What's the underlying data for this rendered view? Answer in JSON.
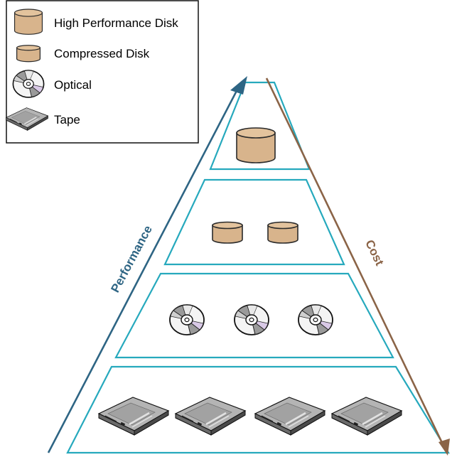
{
  "legend": {
    "items": [
      {
        "label": "High Performance Disk",
        "icon": "high-performance-disk-icon"
      },
      {
        "label": "Compressed Disk",
        "icon": "compressed-disk-icon"
      },
      {
        "label": "Optical",
        "icon": "optical-disc-icon"
      },
      {
        "label": "Tape",
        "icon": "tape-drive-icon"
      }
    ]
  },
  "axes": {
    "performance_label": "Performance",
    "cost_label": "Cost"
  },
  "tiers": [
    {
      "name": "High Performance Disk",
      "count": 1
    },
    {
      "name": "Compressed Disk",
      "count": 2
    },
    {
      "name": "Optical",
      "count": 3
    },
    {
      "name": "Tape",
      "count": 4
    }
  ],
  "colors": {
    "tier_stroke": "#26a9bd",
    "performance_arrow": "#2e6584",
    "cost_arrow": "#8b6447",
    "disk_fill": "#d8b48c",
    "disk_stroke": "#2a2a2a"
  }
}
